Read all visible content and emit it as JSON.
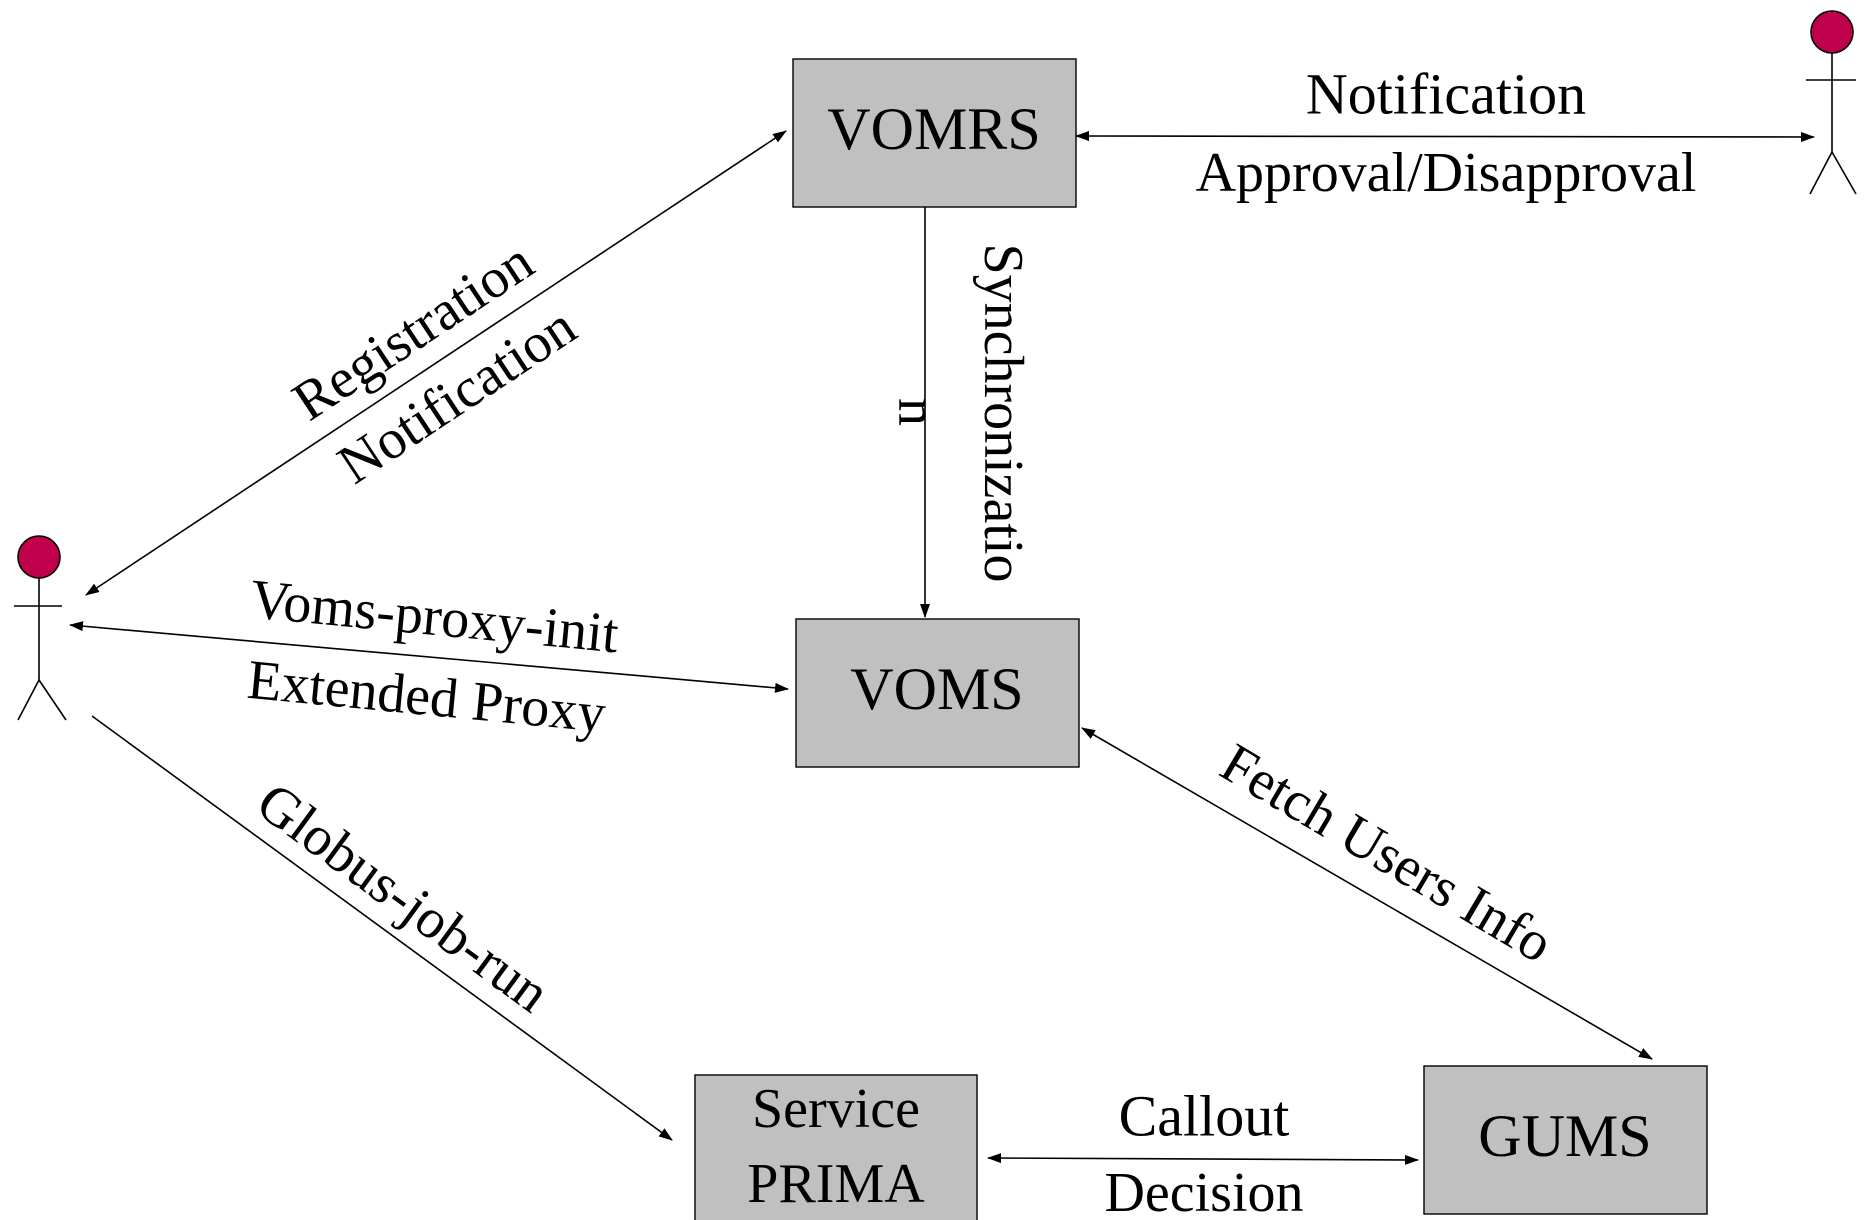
{
  "colors": {
    "node_fill": "#c0c0c0",
    "actor_head": "#c0004a",
    "line": "#000000",
    "background": "#ffffff"
  },
  "nodes": {
    "vomrs": {
      "label": "VOMRS"
    },
    "voms": {
      "label": "VOMS"
    },
    "prima": {
      "label_line1": "Service",
      "label_line2": "PRIMA"
    },
    "gums": {
      "label": "GUMS"
    }
  },
  "edges": {
    "registration": {
      "line1": "Registration",
      "line2": "Notification"
    },
    "admin": {
      "line1": "Notification",
      "line2": "Approval/Disapproval"
    },
    "synchronization": {
      "line1": "Synchronizatio",
      "line2": "n"
    },
    "proxy": {
      "line1": "Voms-proxy-init",
      "line2": "Extended Proxy"
    },
    "job": {
      "label": "Globus-job-run"
    },
    "fetch": {
      "label": "Fetch Users Info"
    },
    "callout": {
      "line1": "Callout",
      "line2": "Decision"
    }
  }
}
